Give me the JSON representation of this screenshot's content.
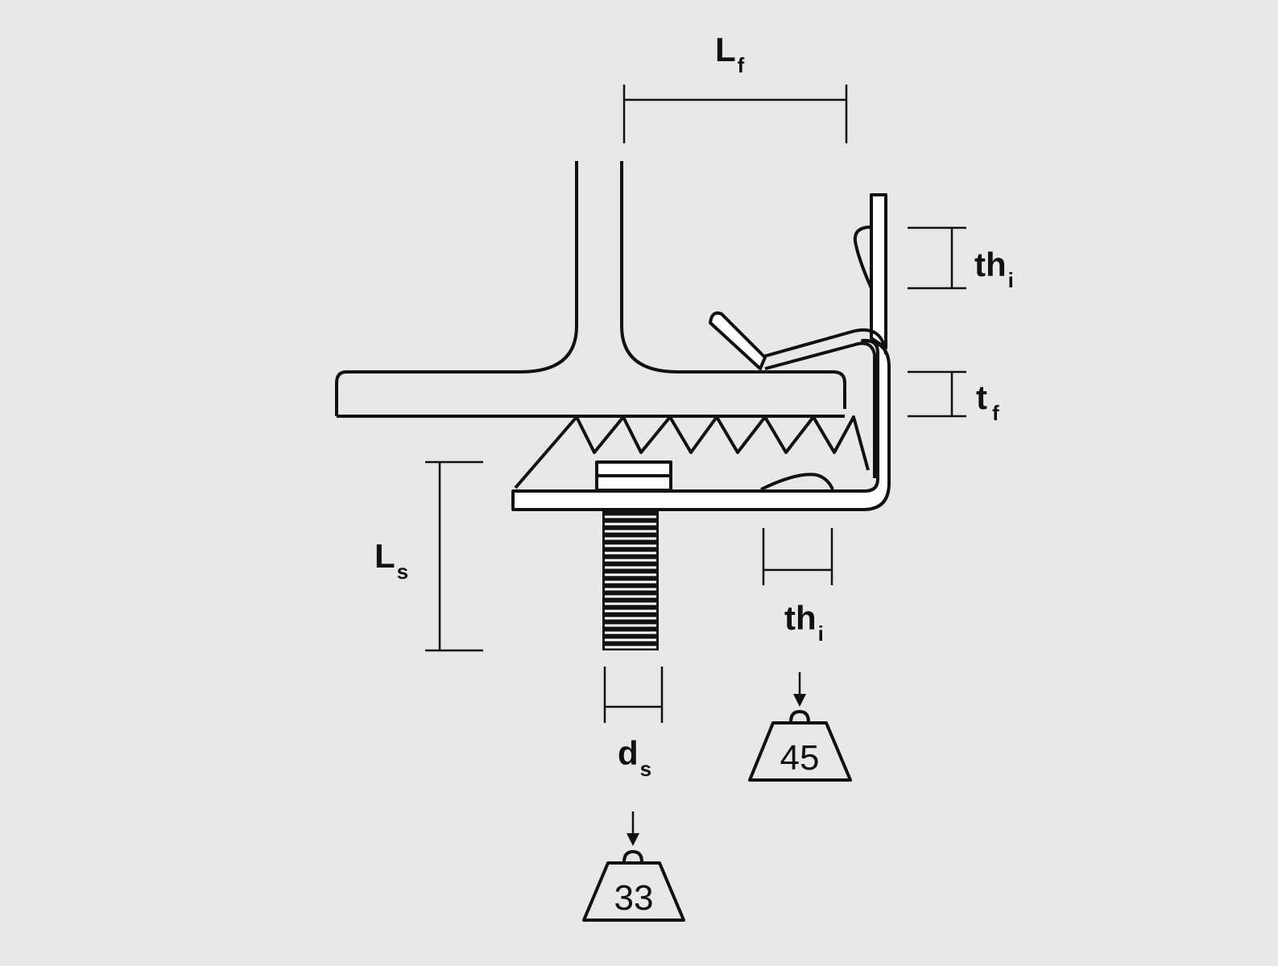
{
  "labels": {
    "flange_length": {
      "main": "L",
      "sub": "f"
    },
    "thickness_top": {
      "main": "th",
      "sub": "i"
    },
    "flange_thickness": {
      "main": "t",
      "sub": "f"
    },
    "screw_length": {
      "main": "L",
      "sub": "s"
    },
    "thickness_bottom": {
      "main": "th",
      "sub": "i"
    },
    "screw_diameter": {
      "main": "d",
      "sub": "s"
    }
  },
  "weights": {
    "clip_weight": "45",
    "screw_weight": "33"
  },
  "colors": {
    "background": "#e8e8e8",
    "stroke": "#111111",
    "part_fill": "#ffffff"
  }
}
